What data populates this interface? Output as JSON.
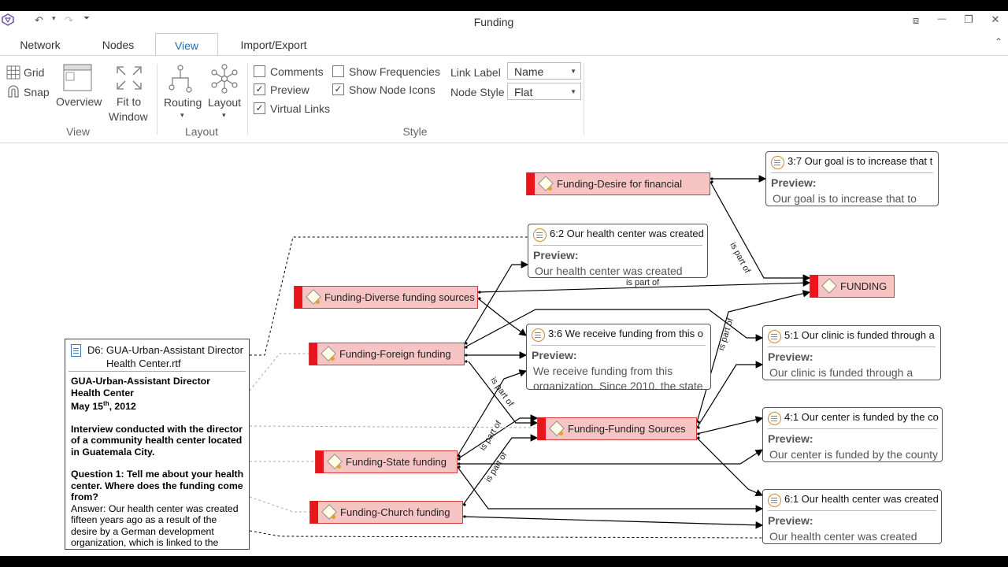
{
  "app": {
    "window_title": "Funding",
    "quick_access": {
      "undo": "↶",
      "undo_menu": "▾",
      "redo": "↷",
      "customize": "⏷"
    },
    "window_controls": {
      "pin": "⧈",
      "minimize": "—",
      "restore": "❐",
      "close": "✕",
      "collapse_ribbon": "⌃"
    }
  },
  "tabs": [
    {
      "label": "Network",
      "active": false
    },
    {
      "label": "Nodes",
      "active": false
    },
    {
      "label": "View",
      "active": true
    },
    {
      "label": "Import/Export",
      "active": false
    }
  ],
  "ribbon": {
    "view_group": {
      "label": "View",
      "grid": "Grid",
      "snap": "Snap",
      "overview": "Overview",
      "fit_line1": "Fit to",
      "fit_line2": "Window"
    },
    "layout_group": {
      "label": "Layout",
      "routing": "Routing",
      "layout": "Layout",
      "dropdown_glyph": "▾"
    },
    "style_group": {
      "label": "Style",
      "comments": {
        "label": "Comments",
        "checked": false
      },
      "preview": {
        "label": "Preview",
        "checked": true
      },
      "virtual_links": {
        "label": "Virtual Links",
        "checked": true
      },
      "show_frequencies": {
        "label": "Show Frequencies",
        "checked": false
      },
      "show_node_icons": {
        "label": "Show Node Icons",
        "checked": true
      },
      "link_label": {
        "label": "Link Label",
        "value": "Name"
      },
      "node_style": {
        "label": "Node Style",
        "value": "Flat"
      },
      "check_glyph": "✓",
      "dd_arrow": "▼"
    }
  },
  "codes": {
    "desire": "Funding-Desire for financial",
    "diverse": "Funding-Diverse funding sources",
    "foreign": "Funding-Foreign funding",
    "state": "Funding-State funding",
    "church": "Funding-Church funding",
    "sources": "Funding-Funding Sources",
    "funding": "FUNDING"
  },
  "quotes": {
    "q37": {
      "head": "3:7 Our goal is to increase that t",
      "preview_label": "Preview:",
      "preview": "Our goal is to increase that to"
    },
    "q62": {
      "head": "6:2 Our health center was created",
      "preview_label": "Preview:",
      "preview": "Our health center was created"
    },
    "q36": {
      "head": "3:6 We receive funding from this o",
      "preview_label": "Preview:",
      "preview_line1": "We receive funding from this",
      "preview_line2": "organization.  Since 2010, the state"
    },
    "q51": {
      "head": "5:1 Our clinic is funded through a",
      "preview_label": "Preview:",
      "preview": "Our clinic is funded through a"
    },
    "q41": {
      "head": "4:1 Our center is funded by the co",
      "preview_label": "Preview:",
      "preview": "Our center is funded by the county"
    },
    "q61": {
      "head": "6:1 Our health center was created",
      "preview_label": "Preview:",
      "preview": "Our health center was created"
    }
  },
  "document": {
    "head_line1": "D6: GUA-Urban-Assistant Director",
    "head_line2": "Health Center.rtf",
    "title_line1": "GUA-Urban-Assistant Director",
    "title_line2": "Health Center",
    "date_prefix": "May 15",
    "date_sup": "th",
    "date_suffix": ", 2012",
    "intro": "Interview conducted with the director of a community health center located in Guatemala City.",
    "question": "Question 1:  Tell me about your health center. Where does the funding come from?",
    "answer": "Answer:  Our health center was created fifteen years ago as a result of the desire by a German development organization, which is linked to the Church, to..."
  },
  "edge_labels": {
    "is_part_of": "is part of"
  }
}
